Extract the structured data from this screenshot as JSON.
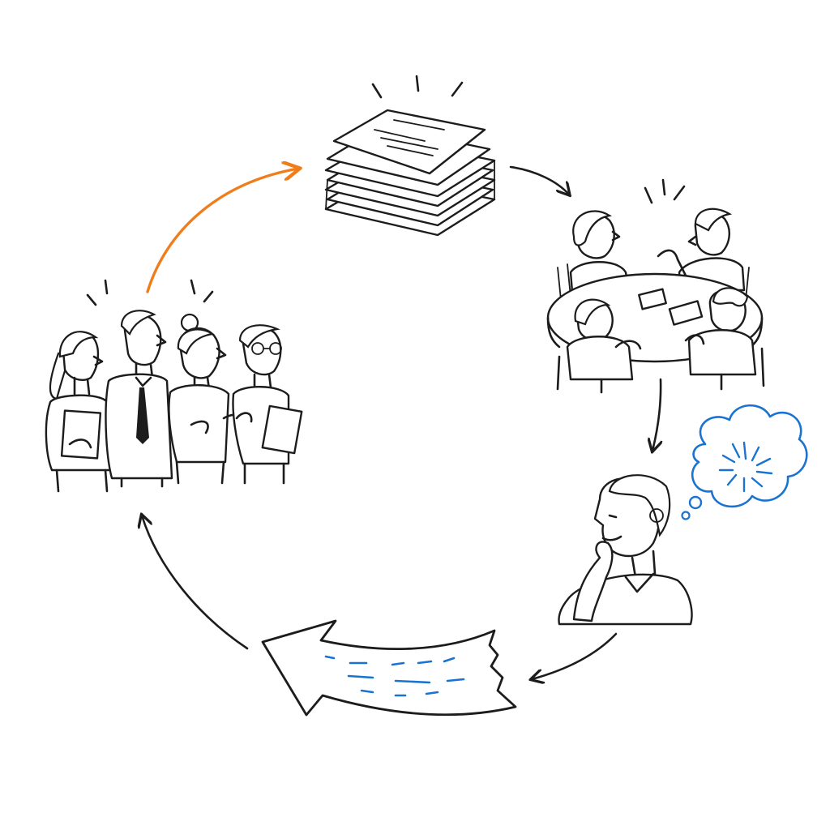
{
  "diagram": {
    "colors": {
      "ink": "#1c1c1c",
      "accent_orange": "#f07d1a",
      "accent_blue": "#1a73d1",
      "background": "#ffffff"
    },
    "stages": [
      {
        "id": "team",
        "icon": "team-group-icon"
      },
      {
        "id": "documents",
        "icon": "document-stack-icon"
      },
      {
        "id": "meeting",
        "icon": "round-table-meeting-icon"
      },
      {
        "id": "reflection",
        "icon": "thinking-person-icon"
      },
      {
        "id": "feedback",
        "icon": "big-return-arrow-icon"
      }
    ],
    "arrows": [
      {
        "from": "team",
        "to": "documents",
        "color": "accent_orange"
      },
      {
        "from": "documents",
        "to": "meeting",
        "color": "ink"
      },
      {
        "from": "meeting",
        "to": "reflection",
        "color": "ink"
      },
      {
        "from": "reflection",
        "to": "feedback",
        "color": "ink"
      },
      {
        "from": "feedback",
        "to": "team",
        "color": "ink"
      }
    ]
  }
}
